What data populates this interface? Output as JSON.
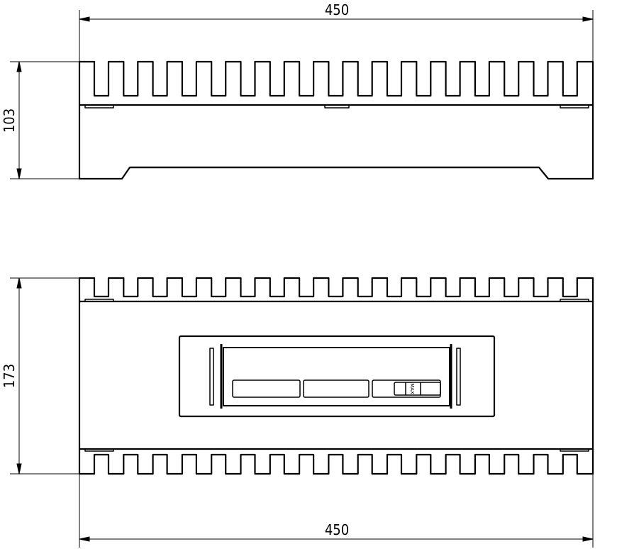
{
  "dimensions": {
    "front_width": "450",
    "front_height": "103",
    "plan_depth": "173",
    "plan_width": "450"
  },
  "control_label": "MAX",
  "colors": {
    "line": "#000000",
    "background": "#ffffff"
  }
}
